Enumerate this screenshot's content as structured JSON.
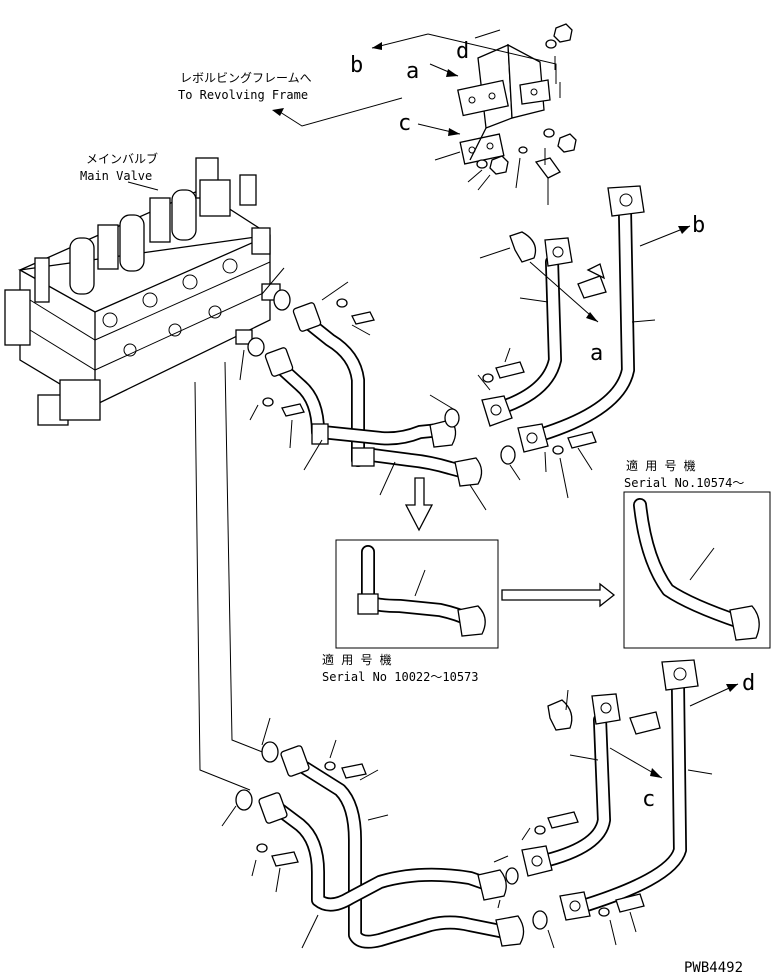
{
  "labels": {
    "callout_a": "a",
    "callout_b": "b",
    "callout_c": "c",
    "callout_d": "d",
    "revolving_frame_jp": "レボルビングフレームへ",
    "revolving_frame_en": "To Revolving Frame",
    "main_valve_jp": "メインバルブ",
    "main_valve_en": "Main Valve",
    "serial_jp": "適 用 号 機",
    "serial_old": "Serial No 10022～10573",
    "serial_new": "Serial No.10574～",
    "drawing_code": "PWB4492"
  }
}
